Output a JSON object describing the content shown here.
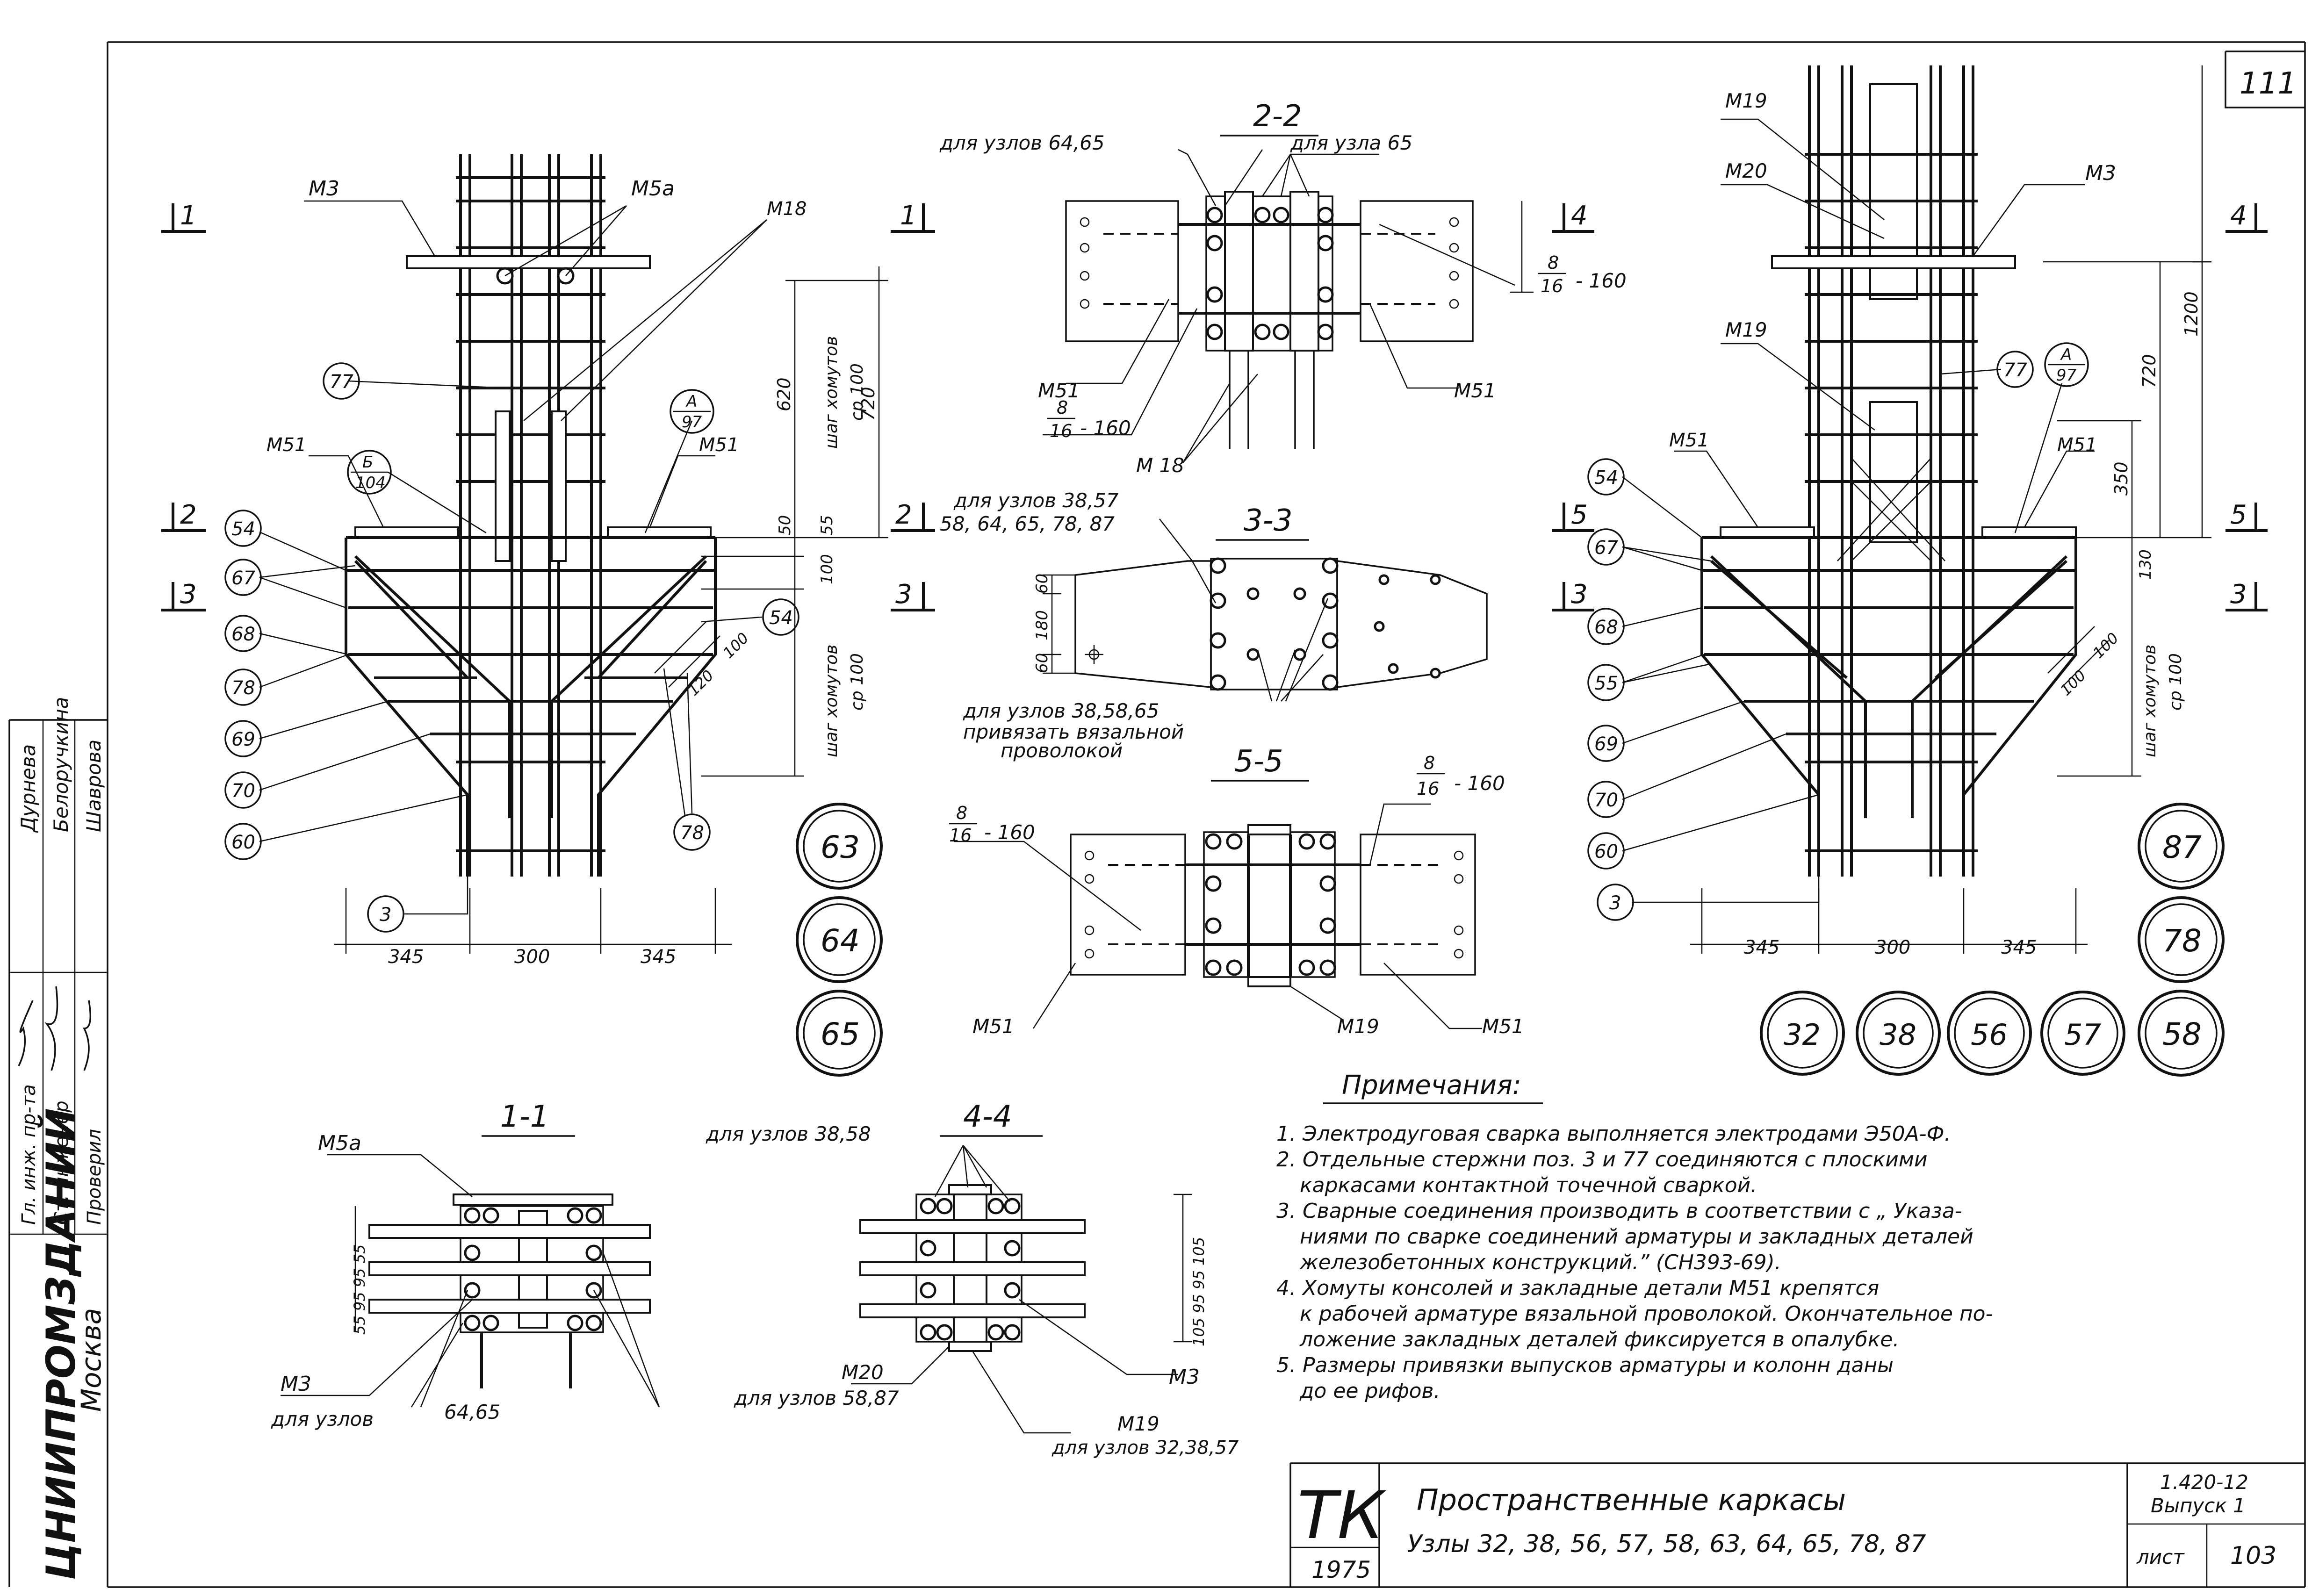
{
  "sheet_number": "111",
  "sections": {
    "s11": "1-1",
    "s22": "2-2",
    "s33": "3-3",
    "s44": "4-4",
    "s55": "5-5"
  },
  "cut_marks": {
    "c1": "1",
    "c2": "2",
    "c3": "3",
    "c4": "4",
    "c5": "5"
  },
  "left_elevation": {
    "labels": {
      "m3": "М3",
      "m5a": "М5а",
      "m18": "М18",
      "m51a": "М51",
      "m51b": "М51",
      "b104_top": "Б",
      "b104_bot": "104",
      "a97_top": "А",
      "a97_bot": "97"
    },
    "callouts": [
      "77",
      "54",
      "67",
      "68",
      "78",
      "69",
      "70",
      "60",
      "54",
      "78",
      "3"
    ],
    "dims": {
      "d345a": "345",
      "d300": "300",
      "d345b": "345",
      "d620": "620",
      "d720": "720",
      "d50": "50",
      "d55": "55",
      "d100": "100",
      "step1": "шаг хомутов",
      "step1b": "ср 100",
      "step2": "шаг хомутов",
      "step2b": "ср 100",
      "d120": "120",
      "d100b": "100"
    }
  },
  "right_elevation": {
    "labels": {
      "m19a": "М19",
      "m20": "М20",
      "m3": "М3",
      "m19b": "М19",
      "m51a": "М51",
      "m51b": "М51",
      "a97_top": "А",
      "a97_bot": "97"
    },
    "callouts": [
      "77",
      "54",
      "67",
      "68",
      "55",
      "69",
      "70",
      "60",
      "3"
    ],
    "dims": {
      "d345a": "345",
      "d300": "300",
      "d345b": "345",
      "d1200": "1200",
      "d720": "720",
      "d350": "350",
      "d130": "130",
      "step": "шаг хомутов",
      "stepb": "ср 100",
      "d100a": "100",
      "d100b": "100"
    }
  },
  "node_circles_left": [
    "63",
    "64",
    "65"
  ],
  "node_circles_right_col": [
    "87",
    "78"
  ],
  "node_circles_right_row": [
    "32",
    "38",
    "56",
    "57",
    "58"
  ],
  "sec22": {
    "note1": "для узлов 64,65",
    "note2": "для узла 65",
    "m51a": "М51",
    "m51b": "М51",
    "m18": "М 18",
    "f1_top": "8",
    "f1_bot": "16",
    "f1_val": "- 160",
    "f2_top": "8",
    "f2_bot": "16",
    "f2_val": "- 160"
  },
  "sec33": {
    "note1": "для узлов 38,57",
    "note1b": "58, 64, 65, 78, 87",
    "note2": "для узлов 38,58,65",
    "note2b": "привязать вязальной",
    "note2c": "проволокой",
    "d60a": "60",
    "d180": "180",
    "d60b": "60"
  },
  "sec55": {
    "f1_top": "8",
    "f1_bot": "16",
    "f1_val": "- 160",
    "f2_top": "8",
    "f2_bot": "16",
    "f2_val": "- 160",
    "m51a": "М51",
    "m19": "М19",
    "m51b": "М51"
  },
  "sec11": {
    "m5a": "М5а",
    "m3": "М3",
    "note": "для узлов",
    "note_nums": "64,65",
    "dims": "55 95 95 55"
  },
  "sec44": {
    "note": "для узлов 38,58",
    "m20": "М20",
    "m3": "М3",
    "m19": "М19",
    "note_m20": "для узлов 58,87",
    "note_m19": "для узлов 32,38,57",
    "dims": "105 95 95 105"
  },
  "notes": {
    "title": "Примечания:",
    "lines": [
      "1. Электродуговая сварка выполняется электродами Э50А-Ф.",
      "2. Отдельные стержни поз. 3 и 77 соединяются с плоскими",
      "каркасами контактной точечной сваркой.",
      "3. Сварные соединения производить в соответствии с „ Указа-",
      "ниями по сварке соединений арматуры и закладных деталей",
      "железобетонных конструкций.” (СН393-69).",
      "4. Хомуты консолей и закладные детали М51 крепятся",
      "к рабочей арматуре вязальной проволокой. Окончательное по-",
      "ложение закладных деталей фиксируется в опалубке.",
      "5. Размеры привязки выпусков арматуры и колонн даны",
      "до ее рифов."
    ]
  },
  "side_stamp": {
    "org": "ЦНИИПРОМЗДАНИЙ",
    "city": "Москва",
    "roles": [
      "Гл. инж. пр-та",
      "Ст. инженер",
      "Проверил"
    ],
    "names": [
      "Дурнева",
      "Белоручкина",
      "Шаврова"
    ]
  },
  "title_block": {
    "tk": "ТК",
    "year": "1975",
    "title": "Пространственные каркасы",
    "subtitle": "Узлы 32, 38, 56, 57, 58, 63, 64, 65, 78, 87",
    "series": "1.420-12",
    "issue": "Выпуск 1",
    "sheet_label": "лист",
    "sheet_no": "103"
  }
}
